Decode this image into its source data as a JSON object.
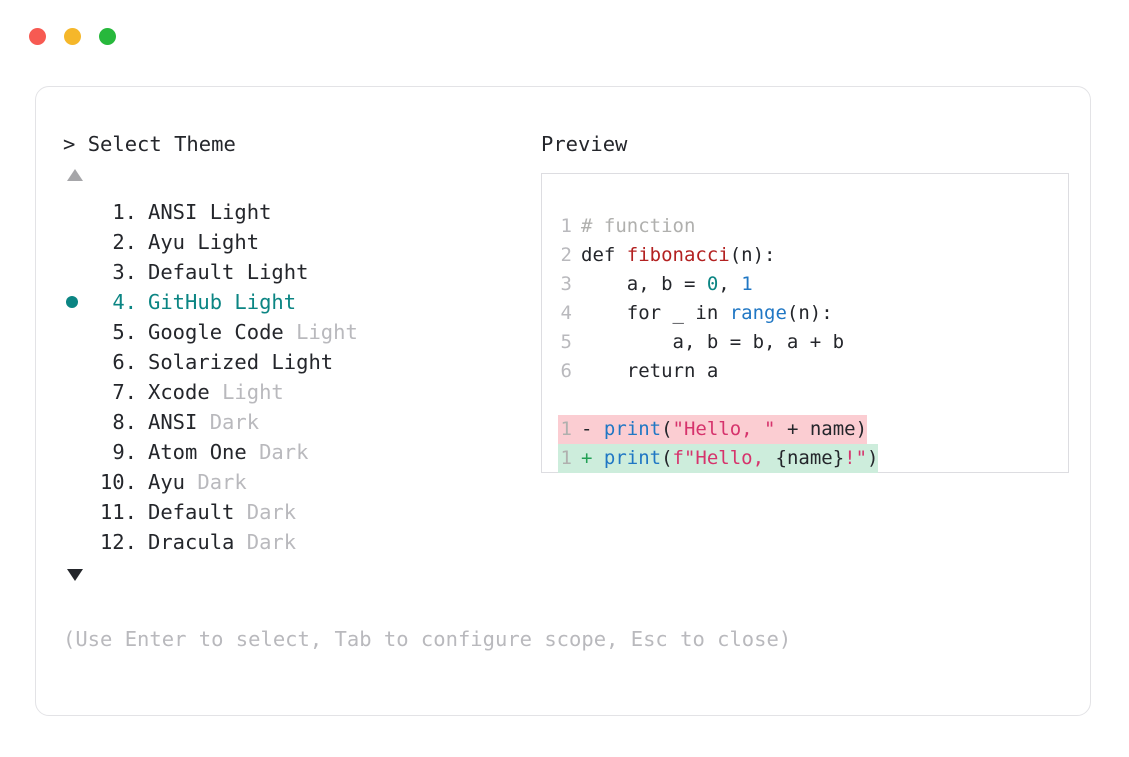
{
  "window": {
    "dots": [
      {
        "name": "close",
        "color": "#f75a52"
      },
      {
        "name": "minimize",
        "color": "#f5b72a"
      },
      {
        "name": "maximize",
        "color": "#27b83c"
      }
    ]
  },
  "prompt": {
    "symbol": ">",
    "title": "Select Theme"
  },
  "scroll": {
    "up_arrow": "▲",
    "down_arrow": "▼",
    "up_color": "#a6a6a9",
    "down_color": "#24262b"
  },
  "selection": {
    "bullet": "●",
    "selected_index": 4,
    "accent": "#0b8583"
  },
  "themes": [
    {
      "number": "1.",
      "name": "ANSI",
      "variant": "Light",
      "variant_dim": false,
      "selected": false
    },
    {
      "number": "2.",
      "name": "Ayu",
      "variant": "Light",
      "variant_dim": false,
      "selected": false
    },
    {
      "number": "3.",
      "name": "Default",
      "variant": "Light",
      "variant_dim": false,
      "selected": false
    },
    {
      "number": "4.",
      "name": "GitHub",
      "variant": "Light",
      "variant_dim": false,
      "selected": true
    },
    {
      "number": "5.",
      "name": "Google Code",
      "variant": "Light",
      "variant_dim": true,
      "selected": false
    },
    {
      "number": "6.",
      "name": "Solarized",
      "variant": "Light",
      "variant_dim": false,
      "selected": false
    },
    {
      "number": "7.",
      "name": "Xcode",
      "variant": "Light",
      "variant_dim": true,
      "selected": false
    },
    {
      "number": "8.",
      "name": "ANSI",
      "variant": "Dark",
      "variant_dim": true,
      "selected": false
    },
    {
      "number": "9.",
      "name": "Atom One",
      "variant": "Dark",
      "variant_dim": true,
      "selected": false
    },
    {
      "number": "10.",
      "name": "Ayu",
      "variant": "Dark",
      "variant_dim": true,
      "selected": false
    },
    {
      "number": "11.",
      "name": "Default",
      "variant": "Dark",
      "variant_dim": true,
      "selected": false
    },
    {
      "number": "12.",
      "name": "Dracula",
      "variant": "Dark",
      "variant_dim": true,
      "selected": false
    }
  ],
  "preview": {
    "heading": "Preview",
    "code_lines": [
      {
        "ln": "1",
        "tokens": [
          {
            "t": "# function",
            "c": "comment"
          }
        ]
      },
      {
        "ln": "2",
        "tokens": [
          {
            "t": "def ",
            "c": "plain"
          },
          {
            "t": "fibonacci",
            "c": "func"
          },
          {
            "t": "(n):",
            "c": "plain"
          }
        ]
      },
      {
        "ln": "3",
        "tokens": [
          {
            "t": "    a, b = ",
            "c": "plain"
          },
          {
            "t": "0",
            "c": "num-a"
          },
          {
            "t": ", ",
            "c": "plain"
          },
          {
            "t": "1",
            "c": "num-b"
          }
        ]
      },
      {
        "ln": "4",
        "tokens": [
          {
            "t": "    for _ in ",
            "c": "plain"
          },
          {
            "t": "range",
            "c": "builtin"
          },
          {
            "t": "(n):",
            "c": "plain"
          }
        ]
      },
      {
        "ln": "5",
        "tokens": [
          {
            "t": "        a, b = b, a + b",
            "c": "plain"
          }
        ]
      },
      {
        "ln": "6",
        "tokens": [
          {
            "t": "    return a",
            "c": "plain"
          }
        ]
      }
    ],
    "diff_lines": [
      {
        "ln": "1",
        "kind": "del",
        "sign": "-",
        "tokens": [
          {
            "t": "print",
            "c": "builtin"
          },
          {
            "t": "(",
            "c": "plain"
          },
          {
            "t": "\"Hello, \"",
            "c": "str"
          },
          {
            "t": " + name)",
            "c": "plain"
          }
        ]
      },
      {
        "ln": "1",
        "kind": "add",
        "sign": "+",
        "tokens": [
          {
            "t": "print",
            "c": "builtin"
          },
          {
            "t": "(",
            "c": "plain"
          },
          {
            "t": "f\"Hello, ",
            "c": "str"
          },
          {
            "t": "{name}",
            "c": "plain"
          },
          {
            "t": "!\"",
            "c": "str"
          },
          {
            "t": ")",
            "c": "plain"
          }
        ]
      }
    ],
    "colors": {
      "comment": "#b0b0ae",
      "function": "#b32121",
      "builtin": "#2077c4",
      "string": "#d6336c",
      "diff_del_bg": "#fbcdd2",
      "diff_add_bg": "#cdeddc"
    }
  },
  "footer": {
    "hint": "(Use Enter to select, Tab to configure scope, Esc to close)"
  }
}
